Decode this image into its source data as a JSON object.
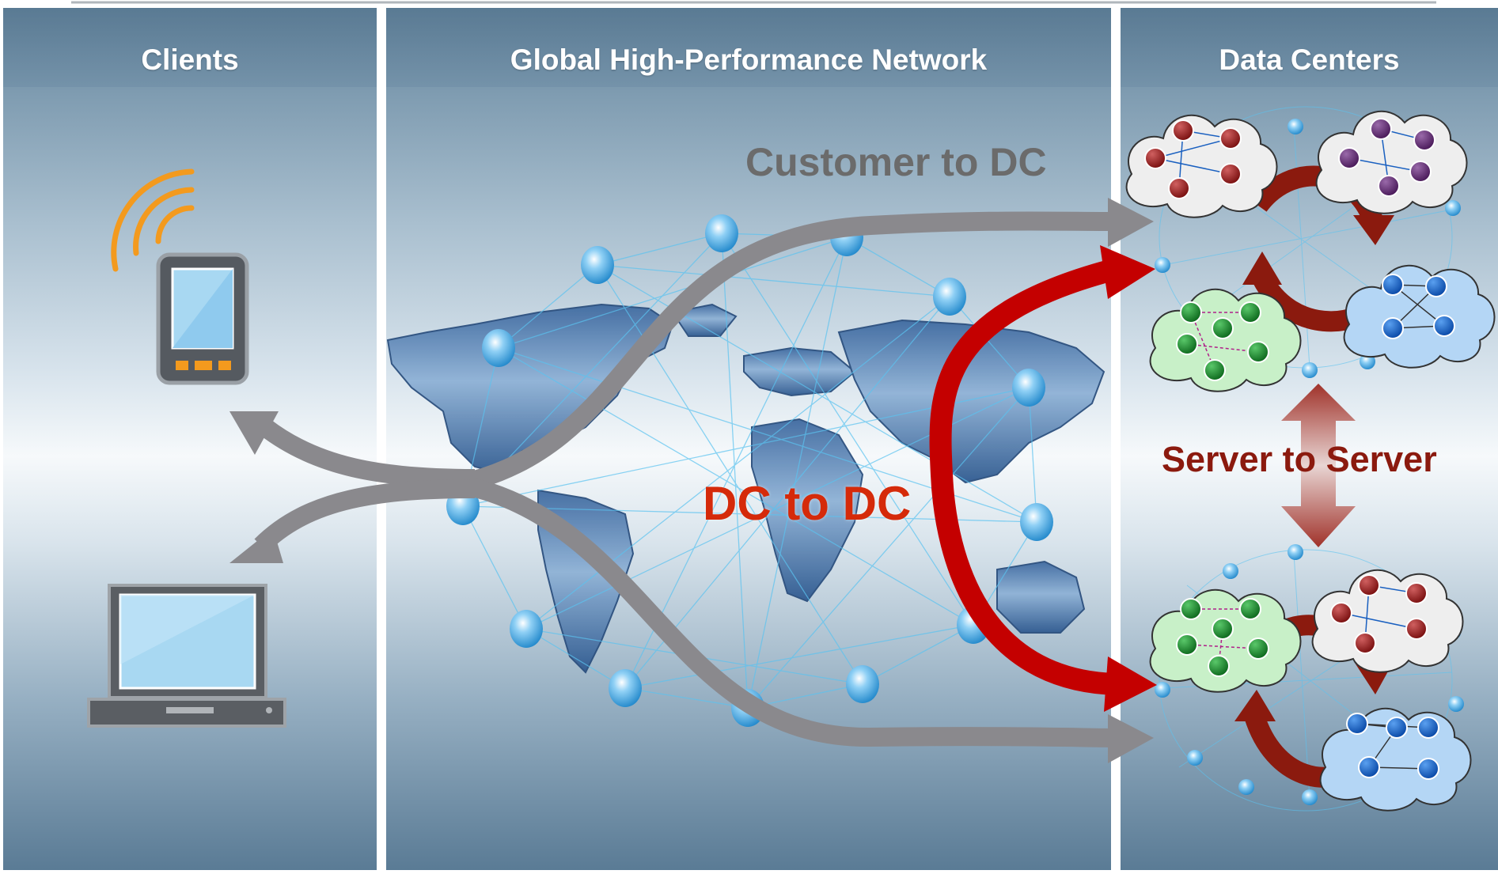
{
  "columns": {
    "clients": "Clients",
    "network": "Global High-Performance Network",
    "datacenters": "Data Centers"
  },
  "flows": {
    "customer_to_dc": "Customer to DC",
    "dc_to_dc": "DC to DC",
    "server_to_server": "Server to Server"
  },
  "colors": {
    "panel_dark": "#5f7f98",
    "panel_light": "#f4f8fb",
    "gray_arrow": "#8a898d",
    "red_arrow": "#c40000",
    "dark_red_arrow": "#8b1a0e",
    "phone_wifi": "#f39a1e",
    "cloud_red_node": "#8b1a1a",
    "cloud_purple_node": "#5a2a6a",
    "cloud_blue_node": "#1060c8",
    "cloud_green_node": "#1e8a2e",
    "customer_text": "#6b6b6b",
    "dc_text": "#d52a0a",
    "server_text": "#8b1a0e"
  },
  "icons": [
    "smartphone-icon",
    "wifi-signal-icon",
    "laptop-icon",
    "world-map",
    "server-cluster-cloud-icon"
  ]
}
